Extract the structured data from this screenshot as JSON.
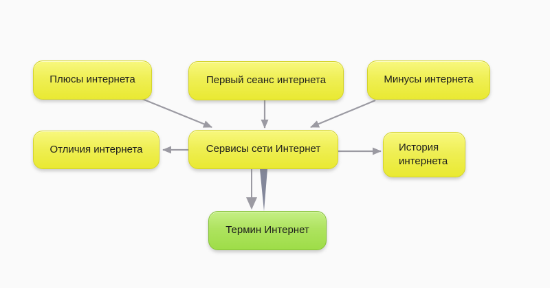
{
  "app": {
    "background_color": "#fafafa"
  },
  "diagram": {
    "nodes": [
      {
        "id": "plusy",
        "label": "Плюсы интернета",
        "variant": "yellow"
      },
      {
        "id": "pervyi",
        "label": "Первый сеанс интернета",
        "variant": "yellow"
      },
      {
        "id": "minusy",
        "label": "Минусы интернета",
        "variant": "yellow"
      },
      {
        "id": "otlichiya",
        "label": "Отличия интернета",
        "variant": "yellow"
      },
      {
        "id": "servisy",
        "label": "Сервисы сети Интернет",
        "variant": "yellow"
      },
      {
        "id": "istoriya",
        "label": "История интернета",
        "variant": "yellow"
      },
      {
        "id": "termin",
        "label": "Термин Интернет",
        "variant": "green"
      }
    ],
    "edges": [
      {
        "from": "plusy",
        "to": "servisy",
        "type": "arrow"
      },
      {
        "from": "pervyi",
        "to": "servisy",
        "type": "arrow"
      },
      {
        "from": "minusy",
        "to": "servisy",
        "type": "arrow"
      },
      {
        "from": "servisy",
        "to": "otlichiya",
        "type": "arrow"
      },
      {
        "from": "servisy",
        "to": "istoriya",
        "type": "arrow"
      },
      {
        "from": "servisy",
        "to": "termin",
        "type": "arrow"
      },
      {
        "from": "servisy",
        "to": "termin",
        "type": "tapered-branch"
      }
    ],
    "colors": {
      "node_yellow_top": "#f8f87e",
      "node_yellow_bottom": "#e9e932",
      "node_yellow_border": "#d4d42b",
      "node_green_top": "#c5ef85",
      "node_green_bottom": "#9edd48",
      "node_green_border": "#85c237",
      "edge_gray": "#9b9aa2",
      "branch_slate": "#83879a",
      "text": "#1c1c1c"
    }
  }
}
